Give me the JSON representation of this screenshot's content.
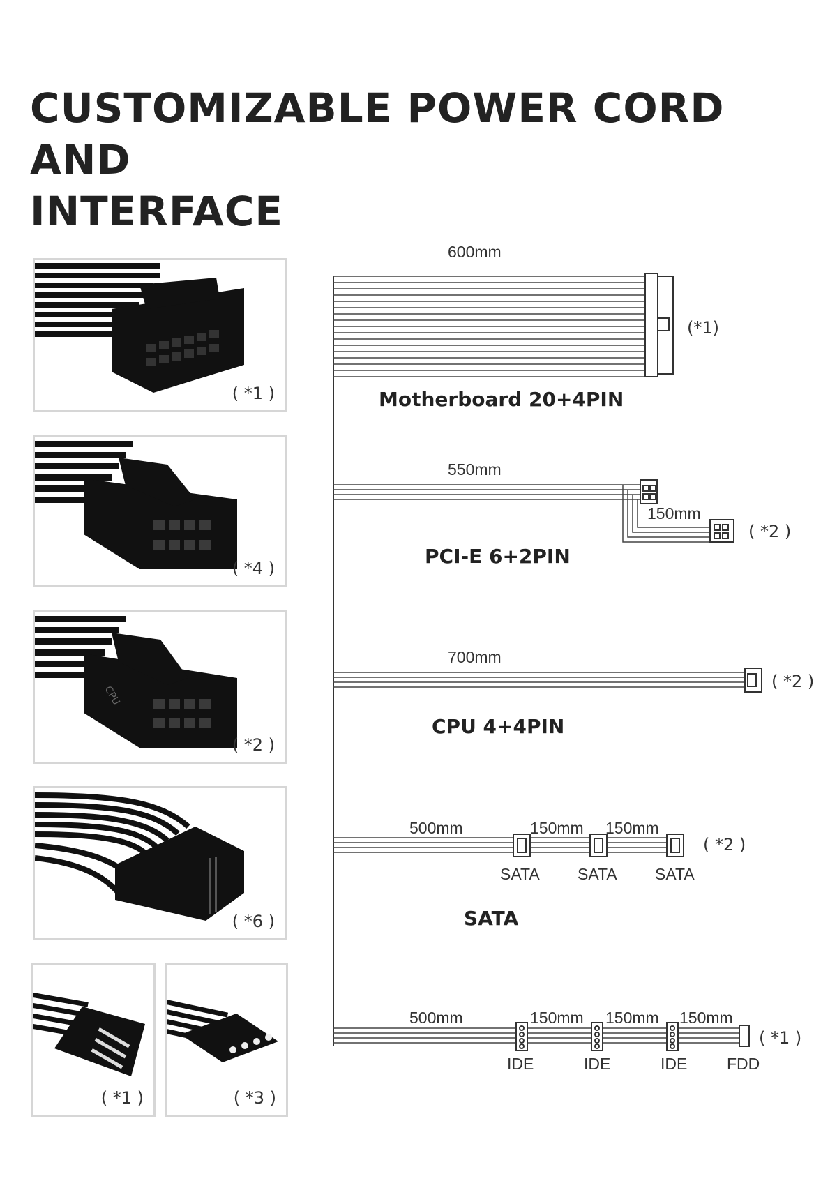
{
  "title": {
    "line1": "CUSTOMIZABLE POWER CORD AND",
    "line2": "INTERFACE"
  },
  "photos": [
    {
      "qty": "( *1 )",
      "connector": "24-pin"
    },
    {
      "qty": "( *4 )",
      "connector": "8-pin pcie"
    },
    {
      "qty": "( *2 )",
      "connector": "8-pin cpu",
      "mark": "CPU"
    },
    {
      "qty": "( *6 )",
      "connector": "sata"
    },
    {
      "qty": "( *1 )",
      "connector": "fdd"
    },
    {
      "qty": "( *3 )",
      "connector": "molex ide"
    }
  ],
  "cables": {
    "motherboard": {
      "name": "Motherboard 20+4PIN",
      "length": "600mm",
      "qty": "(*1)"
    },
    "pcie": {
      "name": "PCI-E 6+2PIN",
      "length": "550mm",
      "extra_length": "150mm",
      "qty": "( *2 )"
    },
    "cpu": {
      "name": "CPU 4+4PIN",
      "length": "700mm",
      "qty": "( *2 )"
    },
    "sata": {
      "name": "SATA",
      "length": "500mm",
      "seg1": "150mm",
      "seg2": "150mm",
      "qty": "( *2 )",
      "ports": [
        "SATA",
        "SATA",
        "SATA"
      ]
    },
    "ide": {
      "length": "500mm",
      "seg1": "150mm",
      "seg2": "150mm",
      "seg3": "150mm",
      "qty": "( *1 )",
      "ports": [
        "IDE",
        "IDE",
        "IDE",
        "FDD"
      ]
    }
  }
}
